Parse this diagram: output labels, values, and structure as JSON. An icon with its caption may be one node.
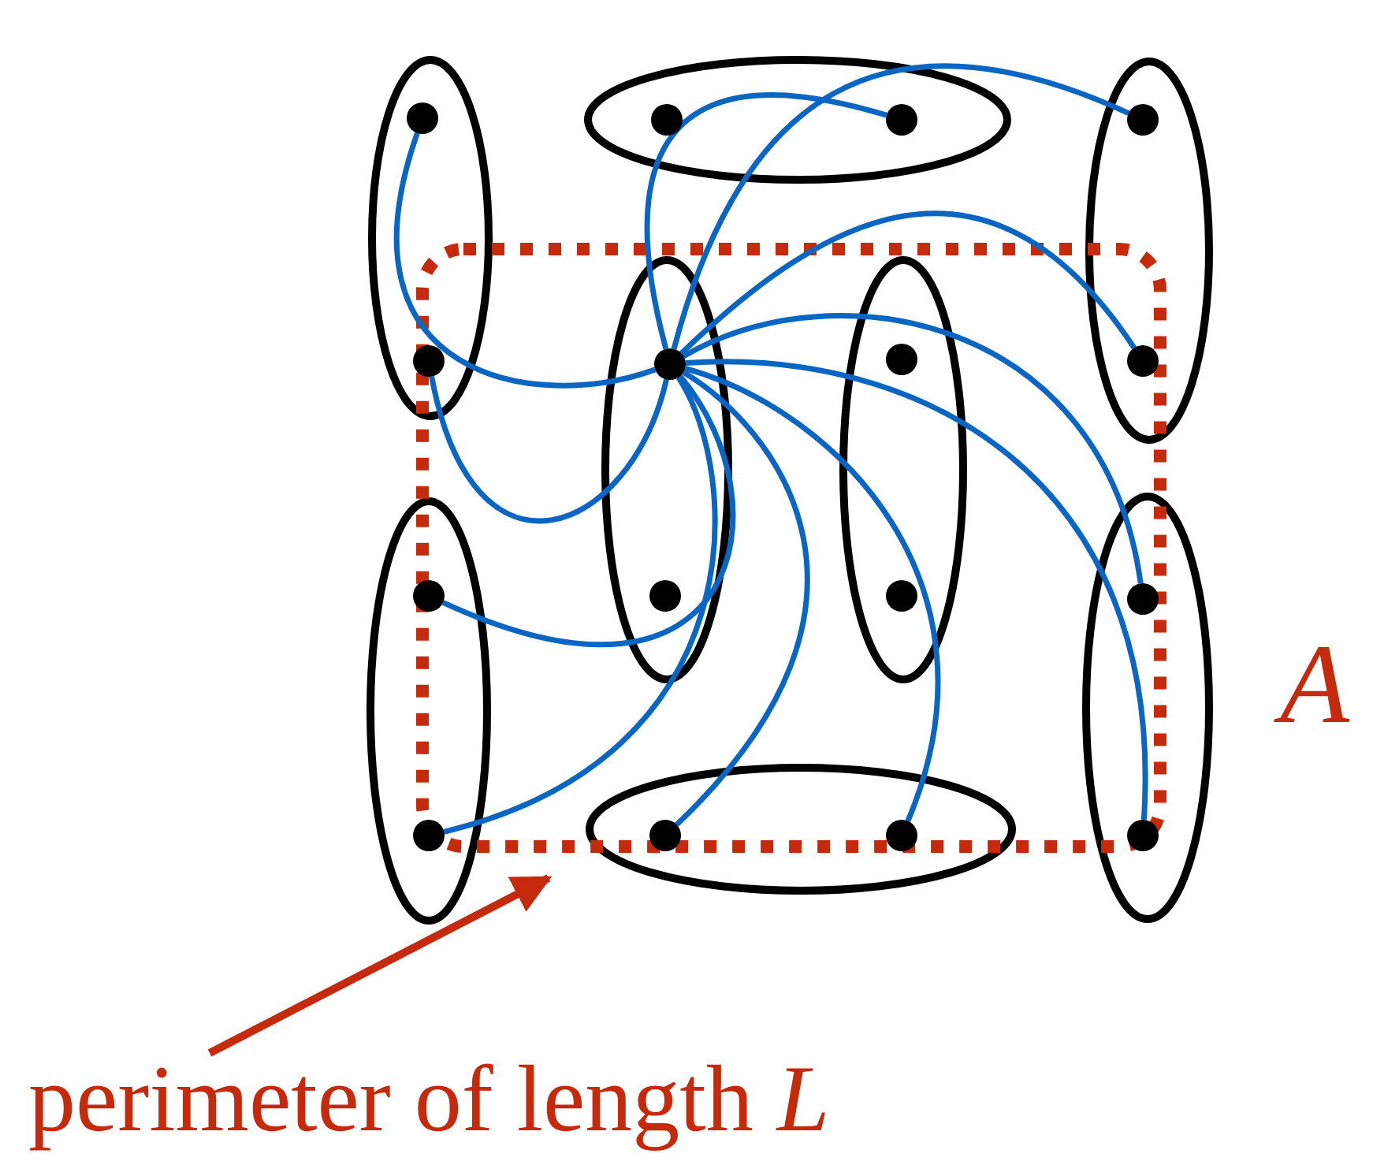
{
  "diagram": {
    "nodes": [
      {
        "text": [],
        "shape": "ellipse"
      },
      {
        "text": [],
        "shape": "circle",
        "in": 0
      },
      {
        "text": [],
        "shape": "circle",
        "in": 0
      },
      {
        "text": [],
        "shape": "ellipse"
      },
      {
        "text": [],
        "shape": "circle",
        "in": 3
      },
      {
        "text": [],
        "shape": "circle",
        "in": 3
      },
      {
        "text": [],
        "shape": "ellipse"
      },
      {
        "text": [],
        "shape": "circle",
        "in": 6
      },
      {
        "text": [],
        "shape": "circle",
        "in": 6
      },
      {
        "text": [],
        "shape": "ellipse"
      },
      {
        "text": [],
        "shape": "circle",
        "in": 9
      },
      {
        "text": [],
        "shape": "circle",
        "in": 9
      },
      {
        "text": [],
        "shape": "ellipse"
      },
      {
        "text": [],
        "shape": "circle",
        "in": 12
      },
      {
        "text": [],
        "shape": "circle",
        "in": 12
      },
      {
        "text": [],
        "shape": "ellipse"
      },
      {
        "text": [],
        "shape": "circle",
        "in": 15
      },
      {
        "text": [],
        "shape": "circle",
        "in": 15
      },
      {
        "text": [],
        "shape": "ellipse"
      },
      {
        "text": [],
        "shape": "circle",
        "in": 18
      },
      {
        "text": [],
        "shape": "circle",
        "in": 18
      },
      {
        "text": [],
        "shape": "ellipse"
      },
      {
        "text": [],
        "shape": "circle",
        "in": 21
      },
      {
        "text": [],
        "shape": "circle",
        "in": 21
      },
      {
        "text": [
          "perimeter of length *L*"
        ]
      }
    ],
    "edges": [
      {
        "from": 10,
        "to": 1,
        "arrow": "none"
      },
      {
        "from": 10,
        "to": 2,
        "arrow": "none"
      },
      {
        "from": 10,
        "to": 5,
        "arrow": "none"
      },
      {
        "from": 10,
        "to": 7,
        "arrow": "none"
      },
      {
        "from": 10,
        "to": 8,
        "arrow": "none"
      },
      {
        "from": 10,
        "to": 19,
        "arrow": "none"
      },
      {
        "from": 10,
        "to": 20,
        "arrow": "none"
      },
      {
        "from": 10,
        "to": 23,
        "arrow": "none"
      },
      {
        "from": 10,
        "to": 22,
        "arrow": "none"
      },
      {
        "from": 10,
        "to": 17,
        "arrow": "none"
      },
      {
        "from": 10,
        "to": 16,
        "arrow": "none"
      },
      {
        "from": 24,
        "to": null,
        "arrow": "to",
        "color": "#c62a0c"
      }
    ],
    "labels": [
      "A"
    ]
  }
}
